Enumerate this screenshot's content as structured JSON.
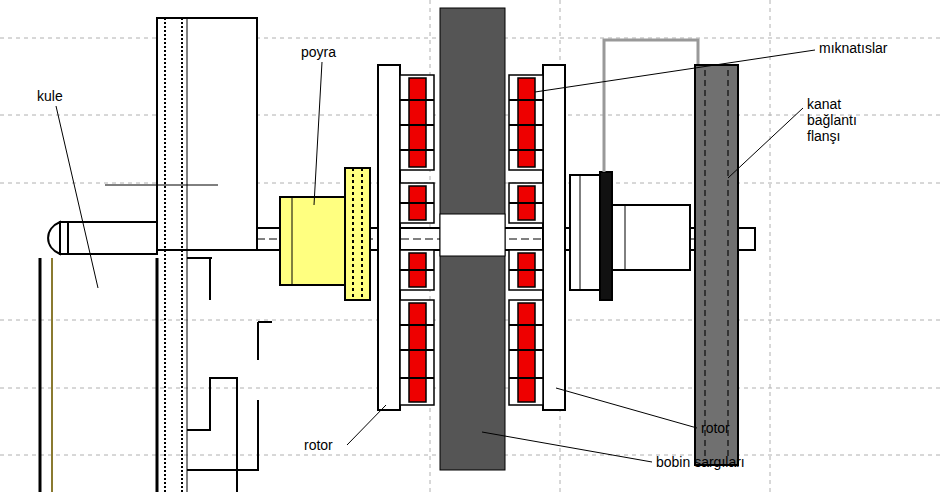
{
  "diagram": {
    "labels": [
      "poyra",
      "mıknatıslar",
      "kule",
      "kanat bağlantı flanşı",
      "rotor",
      "rotor",
      "bobin sargıları"
    ]
  }
}
